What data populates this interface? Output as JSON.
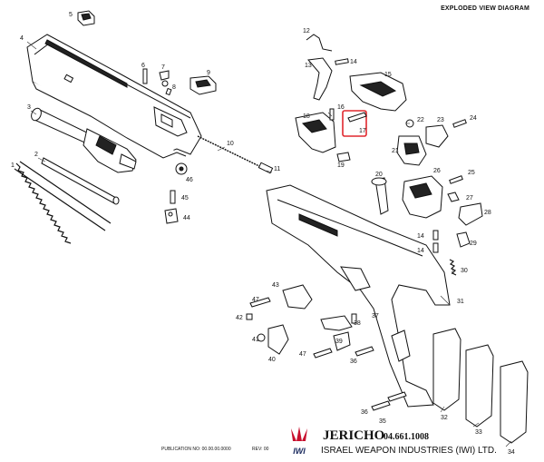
{
  "header": {
    "title": "EXPLODED VIEW DIAGRAM"
  },
  "parts": [
    {
      "id": "5",
      "label": "5"
    },
    {
      "id": "4",
      "label": "4"
    },
    {
      "id": "6",
      "label": "6"
    },
    {
      "id": "7",
      "label": "7"
    },
    {
      "id": "8",
      "label": "8"
    },
    {
      "id": "9",
      "label": "9"
    },
    {
      "id": "3",
      "label": "3"
    },
    {
      "id": "2",
      "label": "2"
    },
    {
      "id": "1",
      "label": "1"
    },
    {
      "id": "10",
      "label": "10"
    },
    {
      "id": "11",
      "label": "11"
    },
    {
      "id": "46",
      "label": "46"
    },
    {
      "id": "45",
      "label": "45"
    },
    {
      "id": "44",
      "label": "44"
    },
    {
      "id": "12",
      "label": "12"
    },
    {
      "id": "13",
      "label": "13"
    },
    {
      "id": "14a",
      "label": "14"
    },
    {
      "id": "15",
      "label": "15"
    },
    {
      "id": "18",
      "label": "18"
    },
    {
      "id": "16",
      "label": "16"
    },
    {
      "id": "17",
      "label": "17"
    },
    {
      "id": "22",
      "label": "22"
    },
    {
      "id": "23",
      "label": "23"
    },
    {
      "id": "24",
      "label": "24"
    },
    {
      "id": "21",
      "label": "21"
    },
    {
      "id": "19",
      "label": "19"
    },
    {
      "id": "20",
      "label": "20"
    },
    {
      "id": "26",
      "label": "26"
    },
    {
      "id": "25",
      "label": "25"
    },
    {
      "id": "27",
      "label": "27"
    },
    {
      "id": "28",
      "label": "28"
    },
    {
      "id": "14b",
      "label": "14"
    },
    {
      "id": "14c",
      "label": "14"
    },
    {
      "id": "29",
      "label": "29"
    },
    {
      "id": "30",
      "label": "30"
    },
    {
      "id": "31",
      "label": "31"
    },
    {
      "id": "43",
      "label": "43"
    },
    {
      "id": "47a",
      "label": "47"
    },
    {
      "id": "42",
      "label": "42"
    },
    {
      "id": "41",
      "label": "41"
    },
    {
      "id": "40",
      "label": "40"
    },
    {
      "id": "38",
      "label": "38"
    },
    {
      "id": "37",
      "label": "37"
    },
    {
      "id": "39",
      "label": "39"
    },
    {
      "id": "47b",
      "label": "47"
    },
    {
      "id": "36a",
      "label": "36"
    },
    {
      "id": "36b",
      "label": "36"
    },
    {
      "id": "35",
      "label": "35"
    },
    {
      "id": "32",
      "label": "32"
    },
    {
      "id": "33",
      "label": "33"
    },
    {
      "id": "34",
      "label": "34"
    }
  ],
  "highlight": {
    "part": "17",
    "color": "#e0282e"
  },
  "footer": {
    "publication": "PUBLICATION NO: 00.00.00.0000",
    "revision": "REV: 00",
    "logo_text": "IWI",
    "title": "JERICHO",
    "catalog_no": "04.661.1008",
    "company": "ISRAEL WEAPON INDUSTRIES (IWI) LTD."
  },
  "colors": {
    "logo_red": "#c8102e",
    "logo_navy": "#1a2a5e"
  }
}
